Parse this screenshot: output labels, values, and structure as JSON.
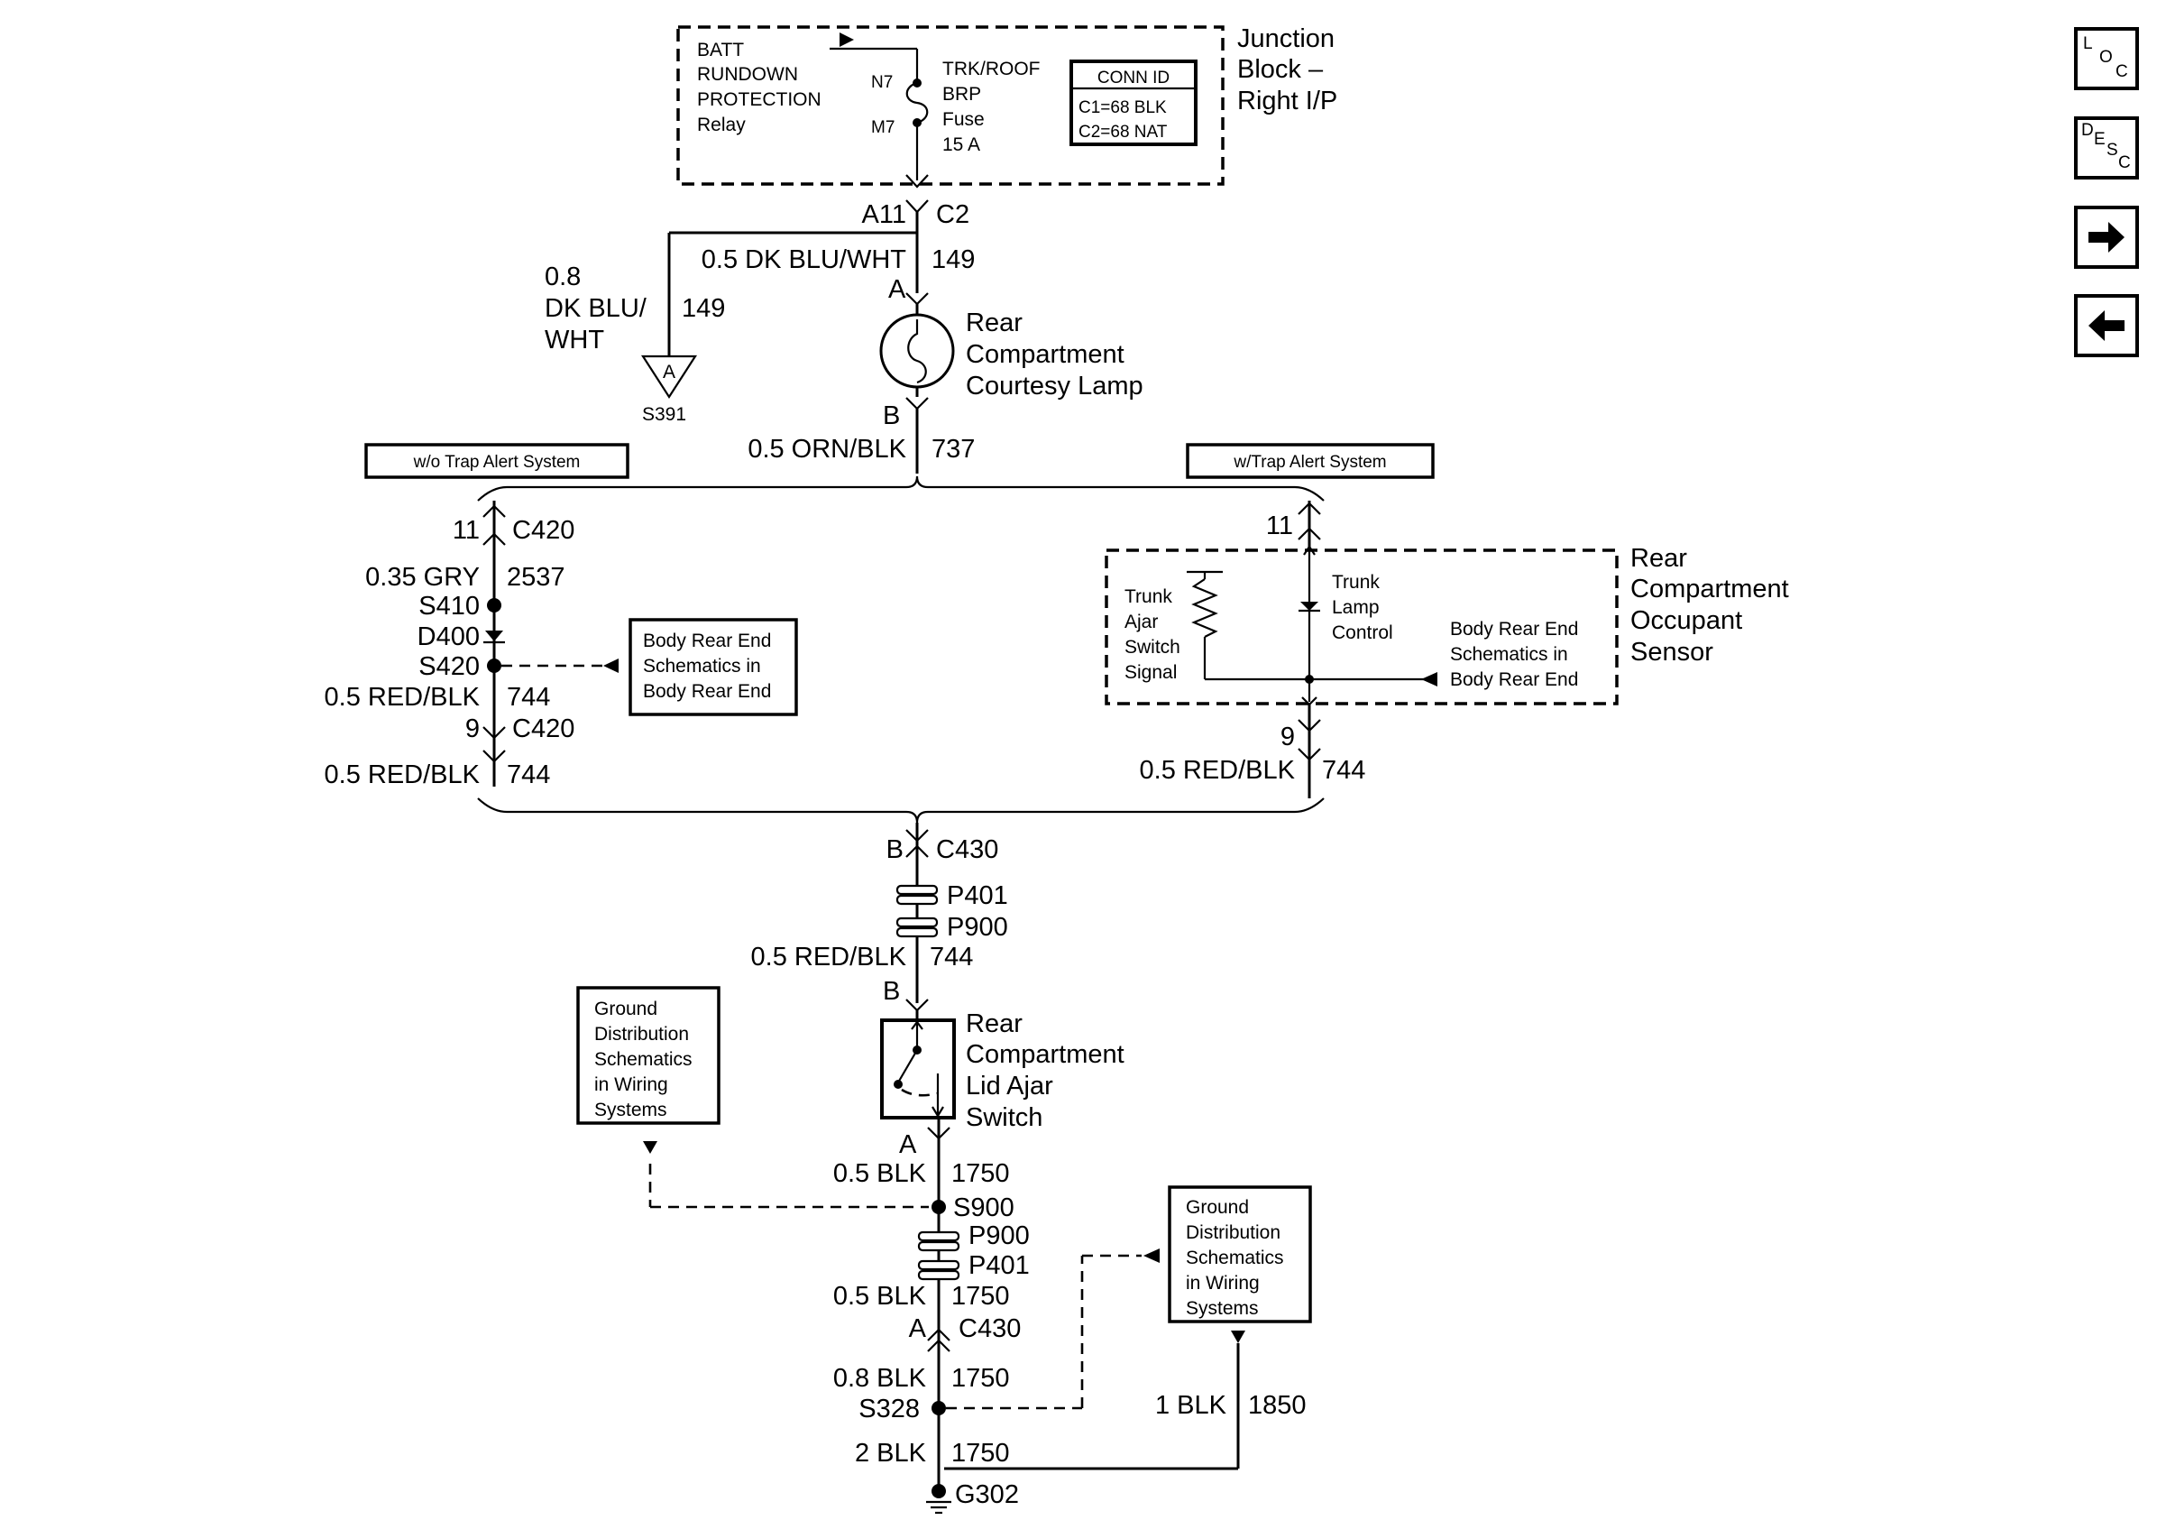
{
  "nav": {
    "loc": [
      "L",
      "O",
      "C"
    ],
    "desc": [
      "D",
      "E",
      "S",
      "C"
    ],
    "next_icon": "arrow-right-icon",
    "back_icon": "arrow-left-icon"
  },
  "junction_block": {
    "title": [
      "Junction",
      "Block –",
      "Right I/P"
    ],
    "relay": [
      "BATT",
      "RUNDOWN",
      "PROTECTION",
      "Relay"
    ],
    "fuse": [
      "TRK/ROOF",
      "BRP",
      "Fuse",
      "15 A"
    ],
    "fuse_pins": [
      "N7",
      "M7"
    ],
    "conn_id": {
      "title": "CONN ID",
      "lines": [
        "C1=68 BLK",
        "C2=68 NAT"
      ]
    },
    "pin": "A11",
    "connector": "C2"
  },
  "branch_wire": {
    "label": [
      "0.8",
      "DK BLU/",
      "WHT"
    ],
    "circuit": "149",
    "splice_letter": "A",
    "splice": "S391"
  },
  "lamp": {
    "wire_in": "0.5 DK BLU/WHT",
    "circuit_in": "149",
    "pin_a": "A",
    "name": [
      "Rear",
      "Compartment",
      "Courtesy Lamp"
    ],
    "pin_b": "B",
    "wire_out": "0.5 ORN/BLK",
    "circuit_out": "737"
  },
  "options": {
    "left": "w/o Trap Alert System",
    "right": "w/Trap Alert System"
  },
  "left_branch": {
    "top_pin": "11",
    "top_conn": "C420",
    "wire1": "0.35 GRY",
    "circuit1": "2537",
    "s410": "S410",
    "d400": "D400",
    "s420": "S420",
    "ref": [
      "Body Rear End",
      "Schematics in",
      "Body Rear End"
    ],
    "wire2": "0.5 RED/BLK",
    "circuit2": "744",
    "bot_pin": "9",
    "bot_conn": "C420",
    "wire3": "0.5 RED/BLK",
    "circuit3": "744"
  },
  "sensor": {
    "top_pin": "11",
    "name": [
      "Rear",
      "Compartment",
      "Occupant",
      "Sensor"
    ],
    "switch_label": [
      "Trunk",
      "Ajar",
      "Switch",
      "Signal"
    ],
    "lamp_control": [
      "Trunk",
      "Lamp",
      "Control"
    ],
    "ref": [
      "Body Rear End",
      "Schematics in",
      "Body Rear End"
    ],
    "bot_pin": "9",
    "wire": "0.5 RED/BLK",
    "circuit": "744"
  },
  "trunk": {
    "c430_pin": "B",
    "c430": "C430",
    "p401": "P401",
    "p900": "P900",
    "wire": "0.5 RED/BLK",
    "circuit": "744",
    "pin_b": "B",
    "switch_name": [
      "Rear",
      "Compartment",
      "Lid Ajar",
      "Switch"
    ],
    "ground_ref": [
      "Ground",
      "Distribution",
      "Schematics",
      "in Wiring",
      "Systems"
    ],
    "pin_a": "A",
    "wire_a": "0.5 BLK",
    "circuit_a": "1750",
    "s900": "S900",
    "p900_2": "P900",
    "p401_2": "P401",
    "wire_b": "0.5 BLK",
    "circuit_b": "1750",
    "c430_pin_a": "A",
    "c430_2": "C430",
    "wire_c": "0.8 BLK",
    "circuit_c": "1750",
    "s328": "S328",
    "ground_ref2": [
      "Ground",
      "Distribution",
      "Schematics",
      "in Wiring",
      "Systems"
    ],
    "wire_d": "1 BLK",
    "circuit_d": "1850",
    "wire_e": "2 BLK",
    "circuit_e": "1750",
    "g302": "G302"
  }
}
